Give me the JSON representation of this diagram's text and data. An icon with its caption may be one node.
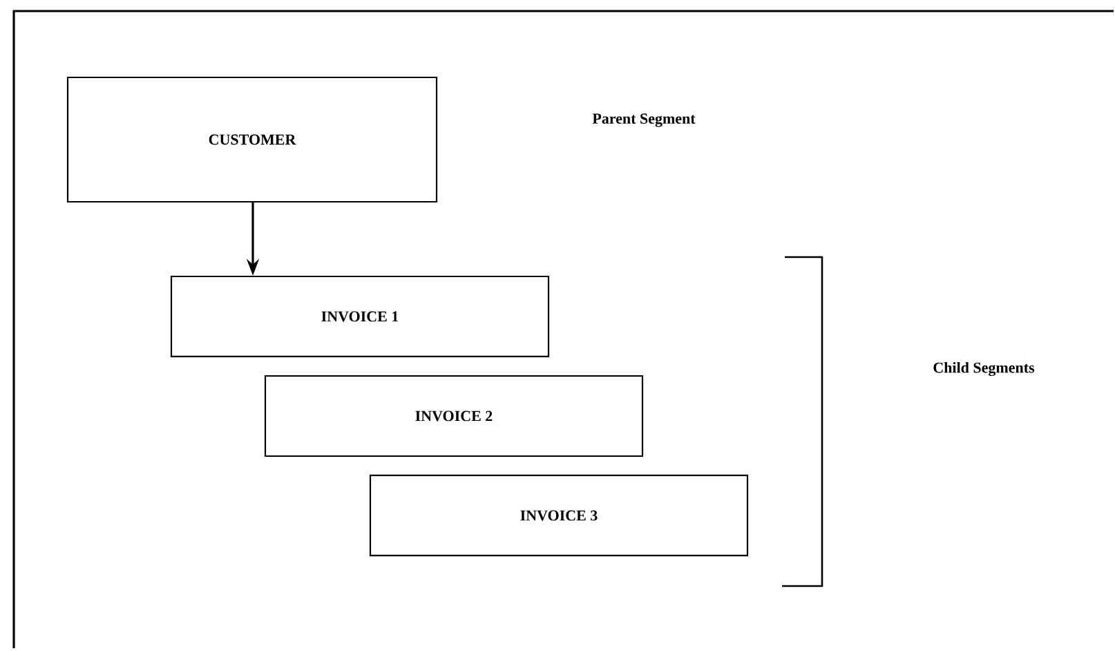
{
  "diagram": {
    "nodes": [
      {
        "text": [
          "CUSTOMER"
        ]
      },
      {
        "text": [
          "INVOICE 1"
        ]
      },
      {
        "text": [
          "INVOICE 2"
        ]
      },
      {
        "text": [
          "INVOICE 3"
        ]
      }
    ],
    "edges": [
      {
        "from": 0,
        "to": 1,
        "arrow": "to"
      }
    ],
    "labels": [
      "Parent Segment",
      "Child Segments"
    ]
  }
}
